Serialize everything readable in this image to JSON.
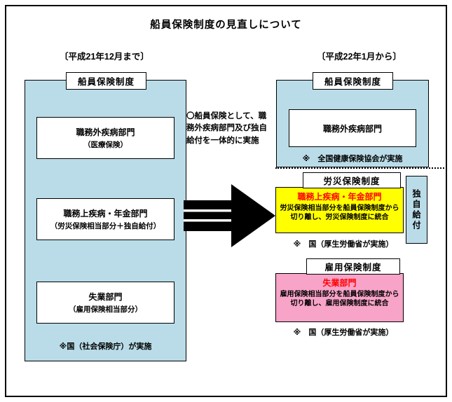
{
  "title": "船員保険制度の見直しについて",
  "left": {
    "period": "〔平成21年12月まで〕",
    "header": "船員保険制度",
    "boxes": [
      {
        "title": "職務外疾病部門",
        "subtitle": "（医療保険）"
      },
      {
        "title": "職務上疾病・年金部門",
        "subtitle": "（労災保険相当部分＋独自給付）"
      },
      {
        "title": "失業部門",
        "subtitle": "（雇用保険相当部分）"
      }
    ],
    "footnote": "※国（社会保険庁）が実施"
  },
  "middle": {
    "note": "〇船員保険として、職務外疾病部門及び独自給付を一体的に実施",
    "arrow_icon": "right-arrow"
  },
  "right": {
    "period": "〔平成22年1月から〕",
    "seamen": {
      "header": "船員保険制度",
      "box_title": "職務外疾病部門",
      "footnote": "※　全国健康保険協会が実施"
    },
    "rosai": {
      "header": "労災保険制度",
      "box_title": "職務上疾病・年金部門",
      "box_body": "労災保険相当部分を船員保険制度から切り離し、労災保険制度に統合",
      "footnote": "※　国（厚生労働省が実施）"
    },
    "dokuji_label": "独自給付",
    "koyou": {
      "header": "雇用保険制度",
      "box_title": "失業部門",
      "box_body": "雇用保険相当部分を船員保険制度から切り離し、雇用保険制度に統合",
      "footnote": "※　国（厚生労働省が実施）"
    }
  },
  "colors": {
    "light_blue": "#b9dce8",
    "yellow": "#ffff00",
    "pink": "#f8a3c8",
    "red_text": "#ff0000",
    "border": "#000000"
  }
}
